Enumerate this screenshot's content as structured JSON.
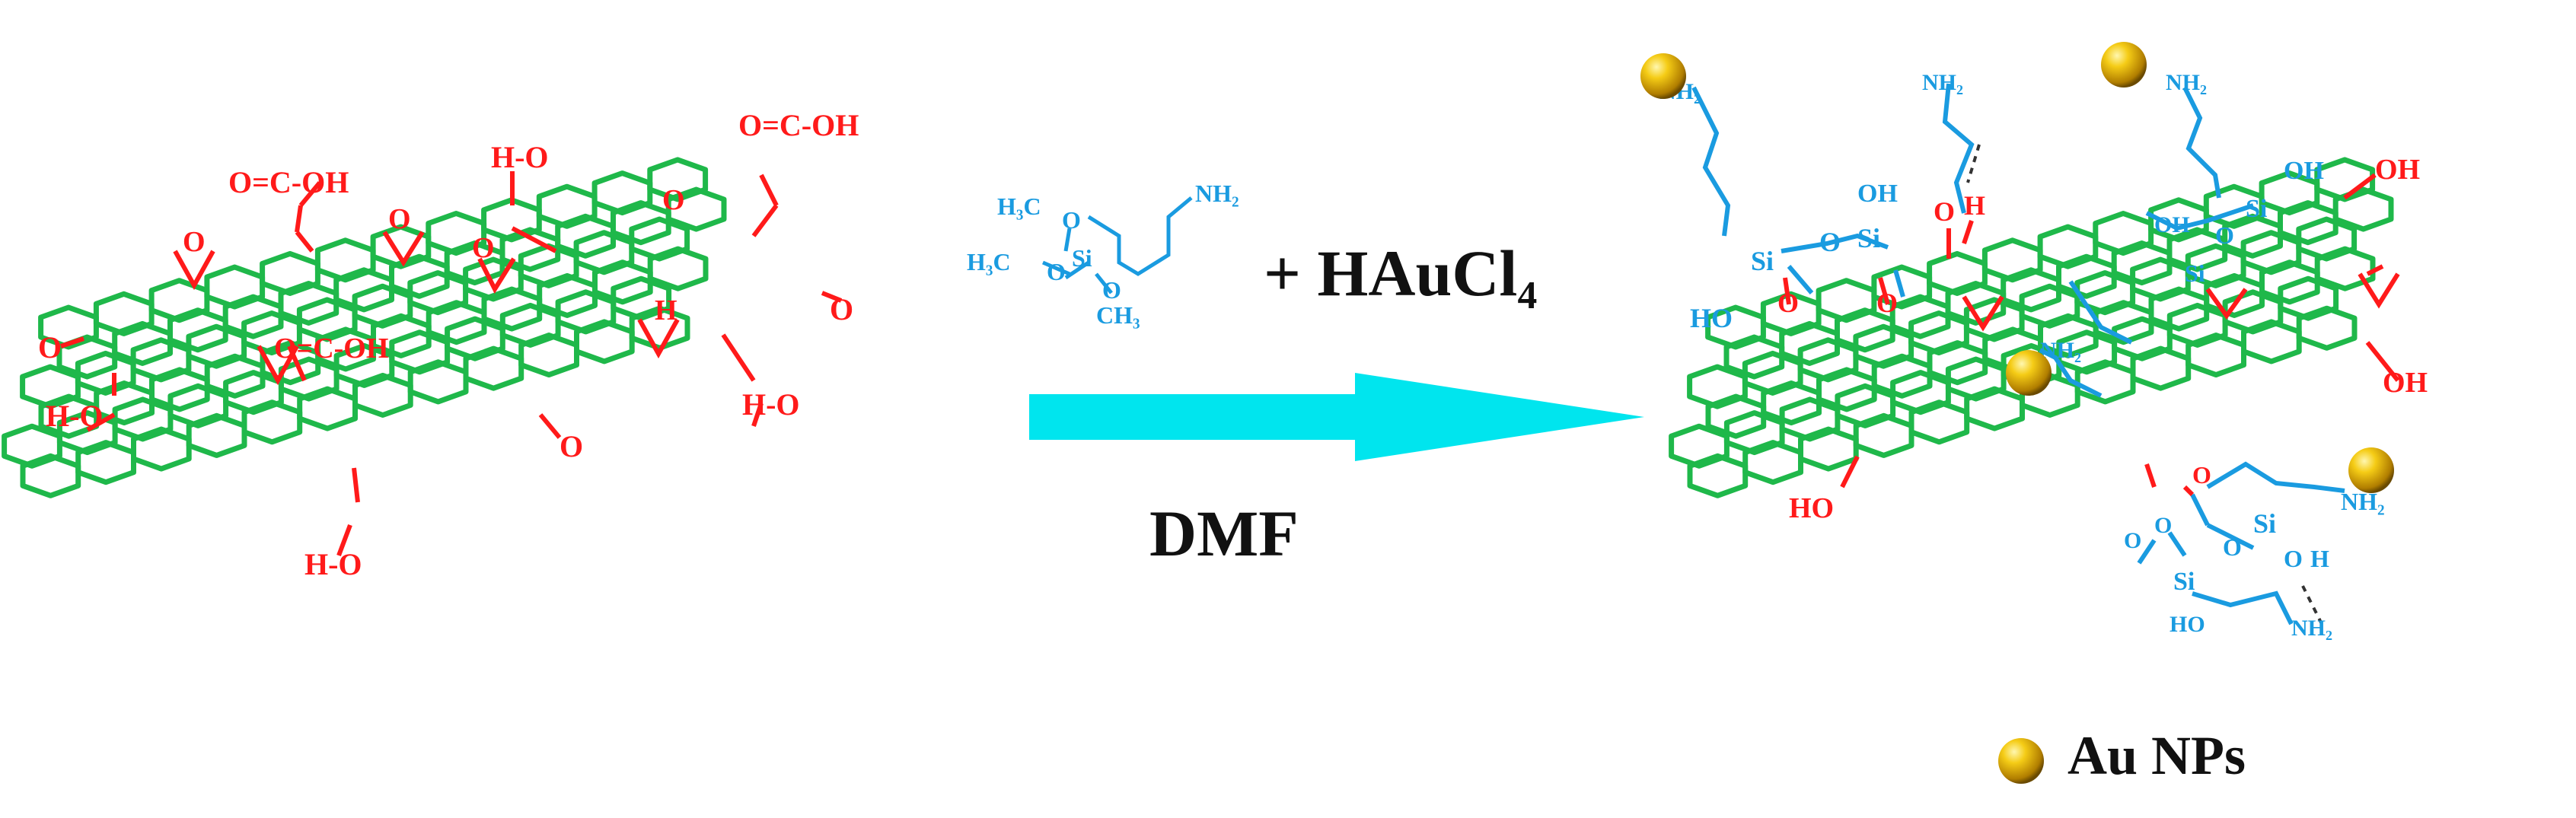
{
  "reagents": {
    "silane": {
      "methoxy_1": "H₃C",
      "methoxy_2": "H₃C",
      "methoxy_3": "CH₃",
      "oxygen": "O",
      "silicon": "Si",
      "amine": "NH₂"
    },
    "gold_salt": "+ HAuCl₄"
  },
  "arrow": {
    "solvent": "DMF",
    "color": "#00e5ee"
  },
  "go_sheet_labels": {
    "carboxyl": "O=C-OH",
    "hydroxyl_vertical": "H-O",
    "carbonyl": "O",
    "ho": "HO",
    "oh": "OH",
    "epoxide": "O",
    "h": "H"
  },
  "product_labels": {
    "si": "Si",
    "o": "O",
    "oh": "OH",
    "ho": "HO",
    "nh2": "NH₂",
    "h": "H"
  },
  "legend": {
    "label": "Au NPs",
    "icon": "gold-sphere-icon"
  },
  "colors": {
    "graphene": "#1fb84a",
    "oxygen_groups": "#ff1a1a",
    "silane": "#1a9be0",
    "gold": "#f2c200"
  }
}
